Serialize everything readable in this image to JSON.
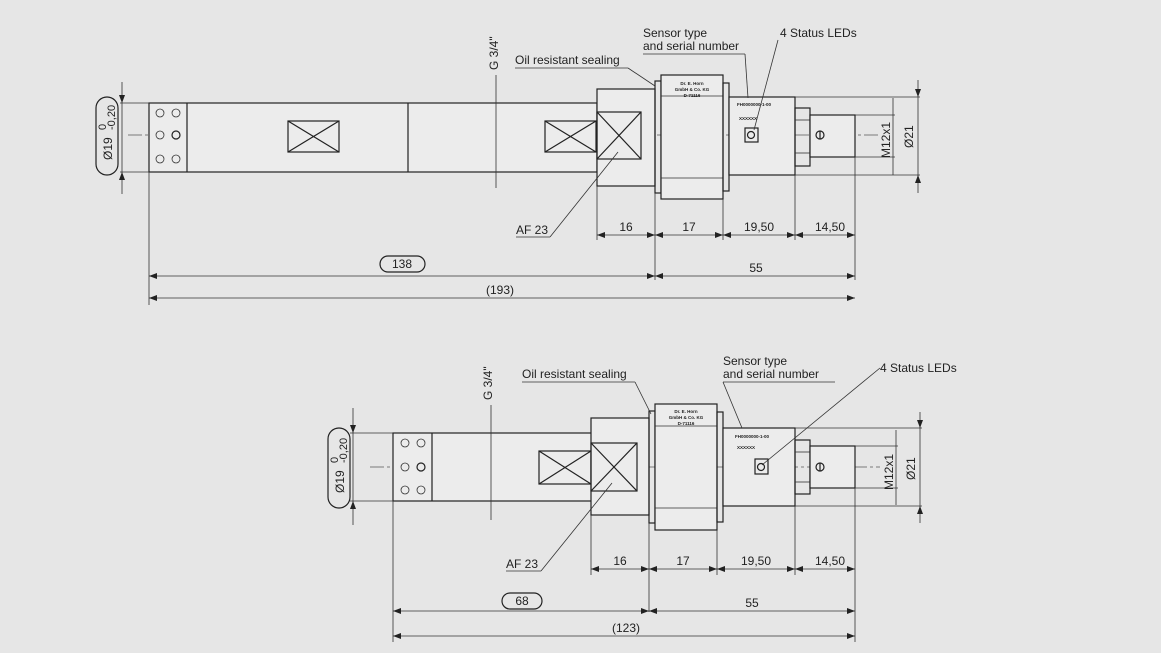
{
  "colors": {
    "background": "#e6e6e6",
    "line": "#222222"
  },
  "views": [
    {
      "id": "long-version",
      "labels": {
        "thread": "G 3/4\"",
        "sealing": "Oil resistant sealing",
        "sensor_type_line1": "Sensor type",
        "sensor_type_line2": "and serial number",
        "leds": "4 Status LEDs",
        "wrench": "AF 23",
        "diameter": "Ø19",
        "tolerance_upper": "0",
        "tolerance_lower": "-0,20",
        "connector_thread": "M12x1",
        "connector_diameter": "Ø21",
        "plate_line1": "Dr. E. Horn",
        "plate_line2": "GmbH & Co. KG",
        "plate_line3": "D-71116",
        "serial_code": "FH0000000-1-00",
        "serial_x": "XXXXXX"
      },
      "dims": {
        "seg_hex": "16",
        "seg_body": "17",
        "seg_led": "19,50",
        "seg_conn": "14,50",
        "probe_length": "138",
        "head_length": "55",
        "total_length": "(193)"
      }
    },
    {
      "id": "short-version",
      "labels": {
        "thread": "G 3/4\"",
        "sealing": "Oil resistant sealing",
        "sensor_type_line1": "Sensor type",
        "sensor_type_line2": "and serial number",
        "leds": "4 Status LEDs",
        "wrench": "AF 23",
        "diameter": "Ø19",
        "tolerance_upper": "0",
        "tolerance_lower": "-0,20",
        "connector_thread": "M12x1",
        "connector_diameter": "Ø21",
        "plate_line1": "Dr. E. Horn",
        "plate_line2": "GmbH & Co. KG",
        "plate_line3": "D-71116",
        "serial_code": "FH0000000-1-00",
        "serial_x": "XXXXXX"
      },
      "dims": {
        "seg_hex": "16",
        "seg_body": "17",
        "seg_led": "19,50",
        "seg_conn": "14,50",
        "probe_length": "68",
        "head_length": "55",
        "total_length": "(123)"
      }
    }
  ]
}
